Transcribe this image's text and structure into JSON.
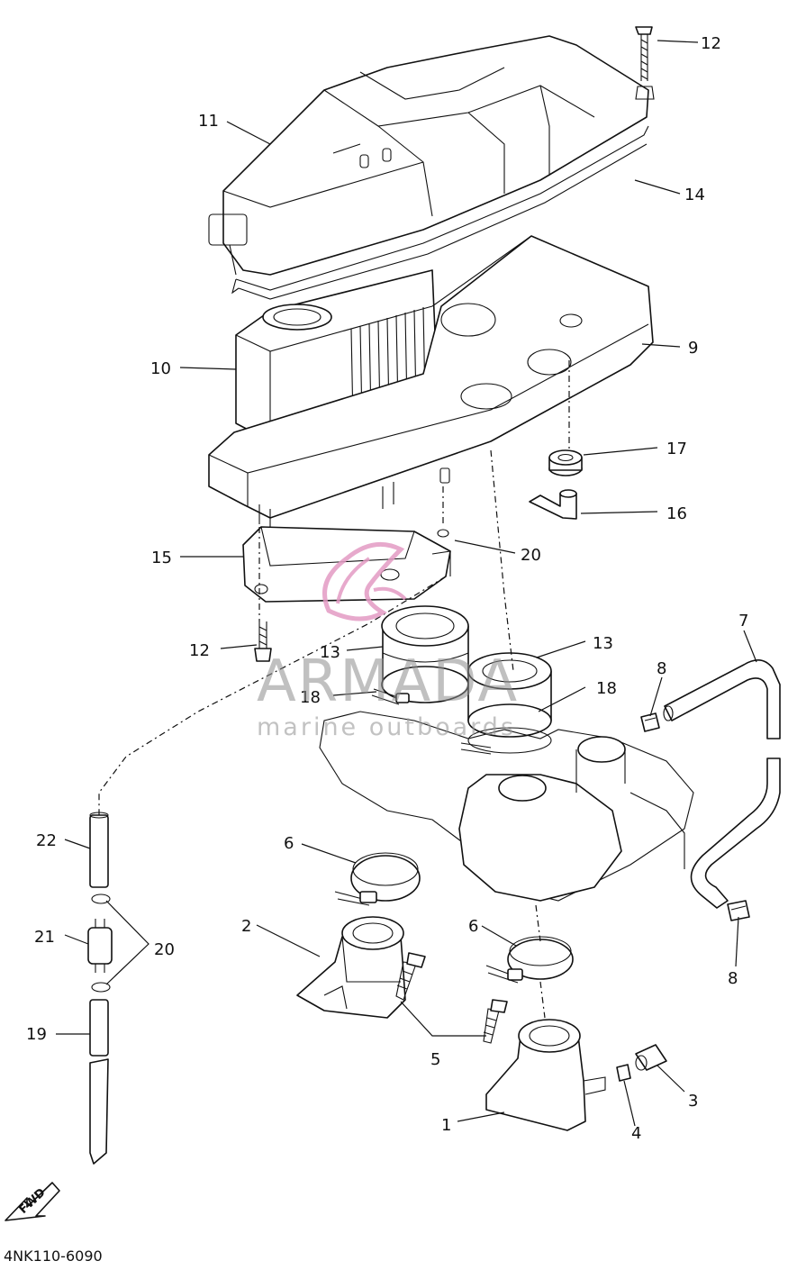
{
  "diagram": {
    "drawing_code": "4NK110-6090",
    "fwd_label": "FWD",
    "watermark": {
      "brand": "ARMADA",
      "tagline": "marine outboards",
      "accent_color": "#e39ac3",
      "text_color": "#8e8e8e"
    },
    "callouts": {
      "c1": "1",
      "c2": "2",
      "c3": "3",
      "c4": "4",
      "c5": "5",
      "c6a": "6",
      "c6b": "6",
      "c7": "7",
      "c8a": "8",
      "c8b": "8",
      "c9": "9",
      "c10": "10",
      "c11": "11",
      "c12a": "12",
      "c12b": "12",
      "c13a": "13",
      "c13b": "13",
      "c14": "14",
      "c15": "15",
      "c16": "16",
      "c17": "17",
      "c18a": "18",
      "c18b": "18",
      "c19": "19",
      "c20a": "20",
      "c20b": "20",
      "c21": "21",
      "c22": "22"
    }
  }
}
